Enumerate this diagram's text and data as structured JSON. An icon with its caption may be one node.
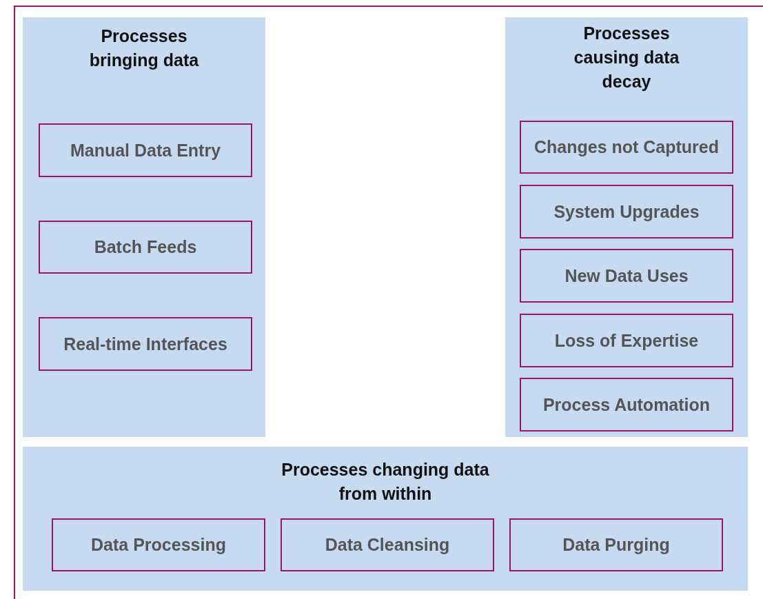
{
  "diagram": {
    "nodes": [
      {
        "text": [
          "Processes bringing data"
        ]
      },
      {
        "text": [
          "Manual Data Entry"
        ],
        "in": 0
      },
      {
        "text": [
          "Batch Feeds"
        ],
        "in": 0
      },
      {
        "text": [
          "Real-time Interfaces"
        ],
        "in": 0
      },
      {
        "text": [
          "Processes causing data decay"
        ]
      },
      {
        "text": [
          "Changes not Captured"
        ],
        "in": 4
      },
      {
        "text": [
          "System Upgrades"
        ],
        "in": 4
      },
      {
        "text": [
          "New Data Uses"
        ],
        "in": 4
      },
      {
        "text": [
          "Loss of Expertise"
        ],
        "in": 4
      },
      {
        "text": [
          "Process Automation"
        ],
        "in": 4
      },
      {
        "text": [
          "Processes changing data from within"
        ]
      },
      {
        "text": [
          "Data Processing"
        ],
        "in": 10
      },
      {
        "text": [
          "Data Cleansing"
        ],
        "in": 10
      },
      {
        "text": [
          "Data Purging"
        ],
        "in": 10
      }
    ]
  }
}
